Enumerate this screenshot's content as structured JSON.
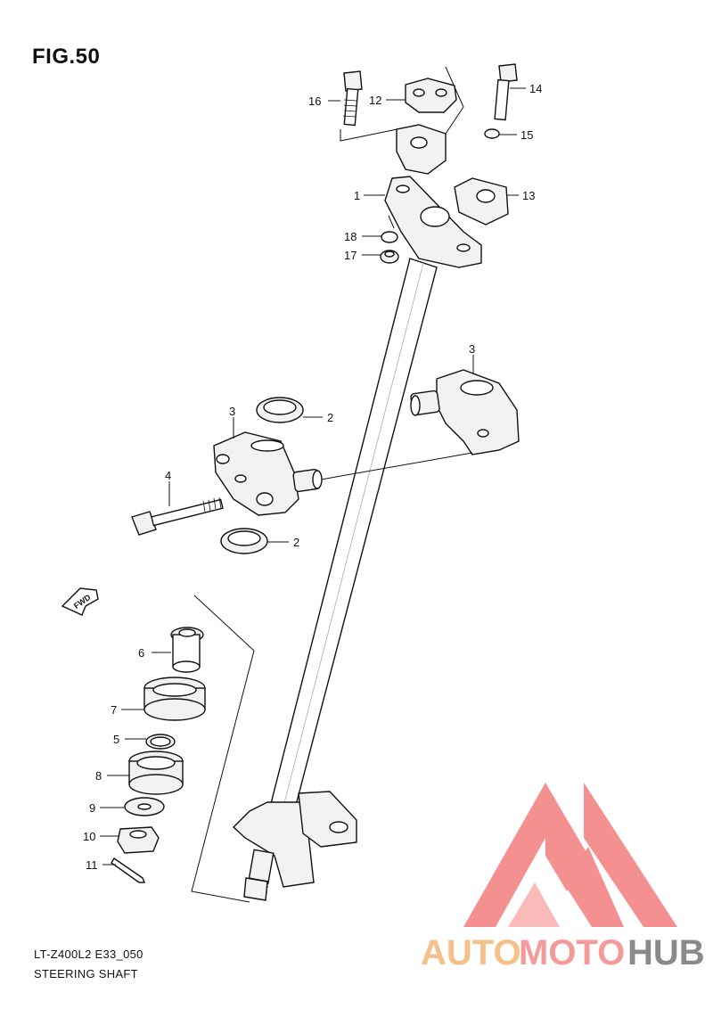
{
  "figure": {
    "title": "FIG.50",
    "model_code": "LT-Z400L2 E33_050",
    "section_name": "STEERING SHAFT",
    "fwd_label": "FWD"
  },
  "callouts": [
    {
      "id": "16",
      "label": "16",
      "part": "bolt"
    },
    {
      "id": "12",
      "label": "12",
      "part": "handlebar-clamp-upper"
    },
    {
      "id": "14",
      "label": "14",
      "part": "bolt"
    },
    {
      "id": "15",
      "label": "15",
      "part": "washer"
    },
    {
      "id": "1",
      "label": "1",
      "part": "steering-shaft"
    },
    {
      "id": "13",
      "label": "13",
      "part": "handlebar-clamp-lower"
    },
    {
      "id": "18",
      "label": "18",
      "part": "washer"
    },
    {
      "id": "17",
      "label": "17",
      "part": "nut"
    },
    {
      "id": "3a",
      "label": "3",
      "part": "shaft-holder"
    },
    {
      "id": "2a",
      "label": "2",
      "part": "bushing"
    },
    {
      "id": "3b",
      "label": "3",
      "part": "shaft-holder"
    },
    {
      "id": "4",
      "label": "4",
      "part": "bolt"
    },
    {
      "id": "2b",
      "label": "2",
      "part": "bushing"
    },
    {
      "id": "6",
      "label": "6",
      "part": "spacer"
    },
    {
      "id": "7",
      "label": "7",
      "part": "oil-seal"
    },
    {
      "id": "5",
      "label": "5",
      "part": "o-ring"
    },
    {
      "id": "8",
      "label": "8",
      "part": "bearing"
    },
    {
      "id": "9",
      "label": "9",
      "part": "washer"
    },
    {
      "id": "10",
      "label": "10",
      "part": "nut"
    },
    {
      "id": "11",
      "label": "11",
      "part": "cotter-pin"
    }
  ],
  "watermark": {
    "brand_auto": "AUTO",
    "brand_moto": "MOTO",
    "brand_hub": "HUB",
    "color_auto": "#f5c08a",
    "color_moto": "#f49a9a",
    "color_hub": "#8a8a8a",
    "logo_color": "#f26b6b"
  }
}
